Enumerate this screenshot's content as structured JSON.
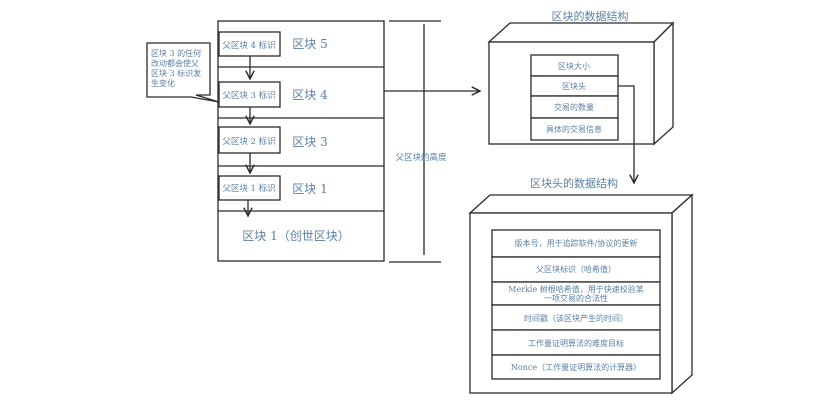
{
  "chain": {
    "blocks": [
      {
        "label": "区块 5",
        "prev_hash_label": "父区块 4 标识"
      },
      {
        "label": "区块 4",
        "prev_hash_label": "父区块 3 标识"
      },
      {
        "label": "区块 3",
        "prev_hash_label": "父区块 2 标识"
      },
      {
        "label": "区块 1",
        "prev_hash_label": "父区块 1 标识"
      }
    ],
    "genesis_label": "区块 1（创世区块）",
    "height_label": "父区块的高度"
  },
  "callout": {
    "lines": [
      "区块 3 的任何",
      "改动都会使父",
      "区块 3 标识发",
      "生变化"
    ]
  },
  "block_structure": {
    "title": "区块的数据结构",
    "fields": [
      "区块大小",
      "区块头",
      "交易的数量",
      "具体的交易信息"
    ]
  },
  "header_structure": {
    "title": "区块头的数据结构",
    "fields": [
      [
        "版本号，用于追踪软件/协议的更新"
      ],
      [
        "父区块标识（哈希值）"
      ],
      [
        "Merkle 树根哈希值，用于快速校验某",
        "一项交易的合法性"
      ],
      [
        "时间戳（该区块产生的时间）"
      ],
      [
        "工作量证明算法的难度目标"
      ],
      [
        "Nonce（工作量证明算法的计算器）"
      ]
    ]
  }
}
